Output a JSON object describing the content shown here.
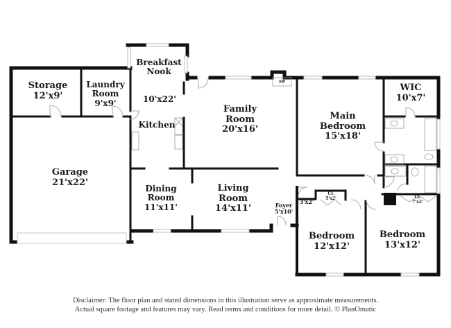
{
  "floor_plan": {
    "rooms": [
      {
        "id": "storage",
        "name": "Storage",
        "dims": "12'x9'"
      },
      {
        "id": "laundry",
        "name_line1": "Laundry",
        "name_line2": "Room",
        "dims": "9'x9'"
      },
      {
        "id": "breakfast",
        "name_line1": "Breakfast",
        "name_line2": "Nook"
      },
      {
        "id": "kitchen",
        "name": "Kitchen",
        "dims": "10'x22'"
      },
      {
        "id": "garage",
        "name": "Garage",
        "dims": "21'x22'"
      },
      {
        "id": "family",
        "name_line1": "Family",
        "name_line2": "Room",
        "dims": "20'x16'"
      },
      {
        "id": "fireplace",
        "name": "FP"
      },
      {
        "id": "main_bedroom",
        "name_line1": "Main",
        "name_line2": "Bedroom",
        "dims": "15'x18'"
      },
      {
        "id": "wic",
        "name": "WIC",
        "dims": "10'x7'"
      },
      {
        "id": "dining",
        "name_line1": "Dining",
        "name_line2": "Room",
        "dims": "11'x11'"
      },
      {
        "id": "living",
        "name_line1": "Living",
        "name_line2": "Room",
        "dims": "14'x11'"
      },
      {
        "id": "foyer",
        "name": "Foyer",
        "dims": "5'x10'"
      },
      {
        "id": "hall_closet",
        "dims": "3'x2'"
      },
      {
        "id": "closet_1",
        "name": "CL",
        "dims": "5'x2'"
      },
      {
        "id": "closet_2",
        "name": "CL",
        "dims": "7'x2'"
      },
      {
        "id": "bedroom_2",
        "name": "Bedroom",
        "dims": "12'x12'"
      },
      {
        "id": "bedroom_3",
        "name": "Bedroom",
        "dims": "13'x12'"
      }
    ]
  },
  "disclaimer": {
    "line1": "Disclaimer: The floor plan and stated dimensions in this illustration serve as approximate measurements.",
    "line2": "Actual square footage and features may vary. Read terms and conditions for more detail. © PlanOmatic"
  },
  "colors": {
    "wall": "#111111",
    "window": "#cfcfcf",
    "fixture": "#9a9a9a",
    "background": "#ffffff"
  }
}
